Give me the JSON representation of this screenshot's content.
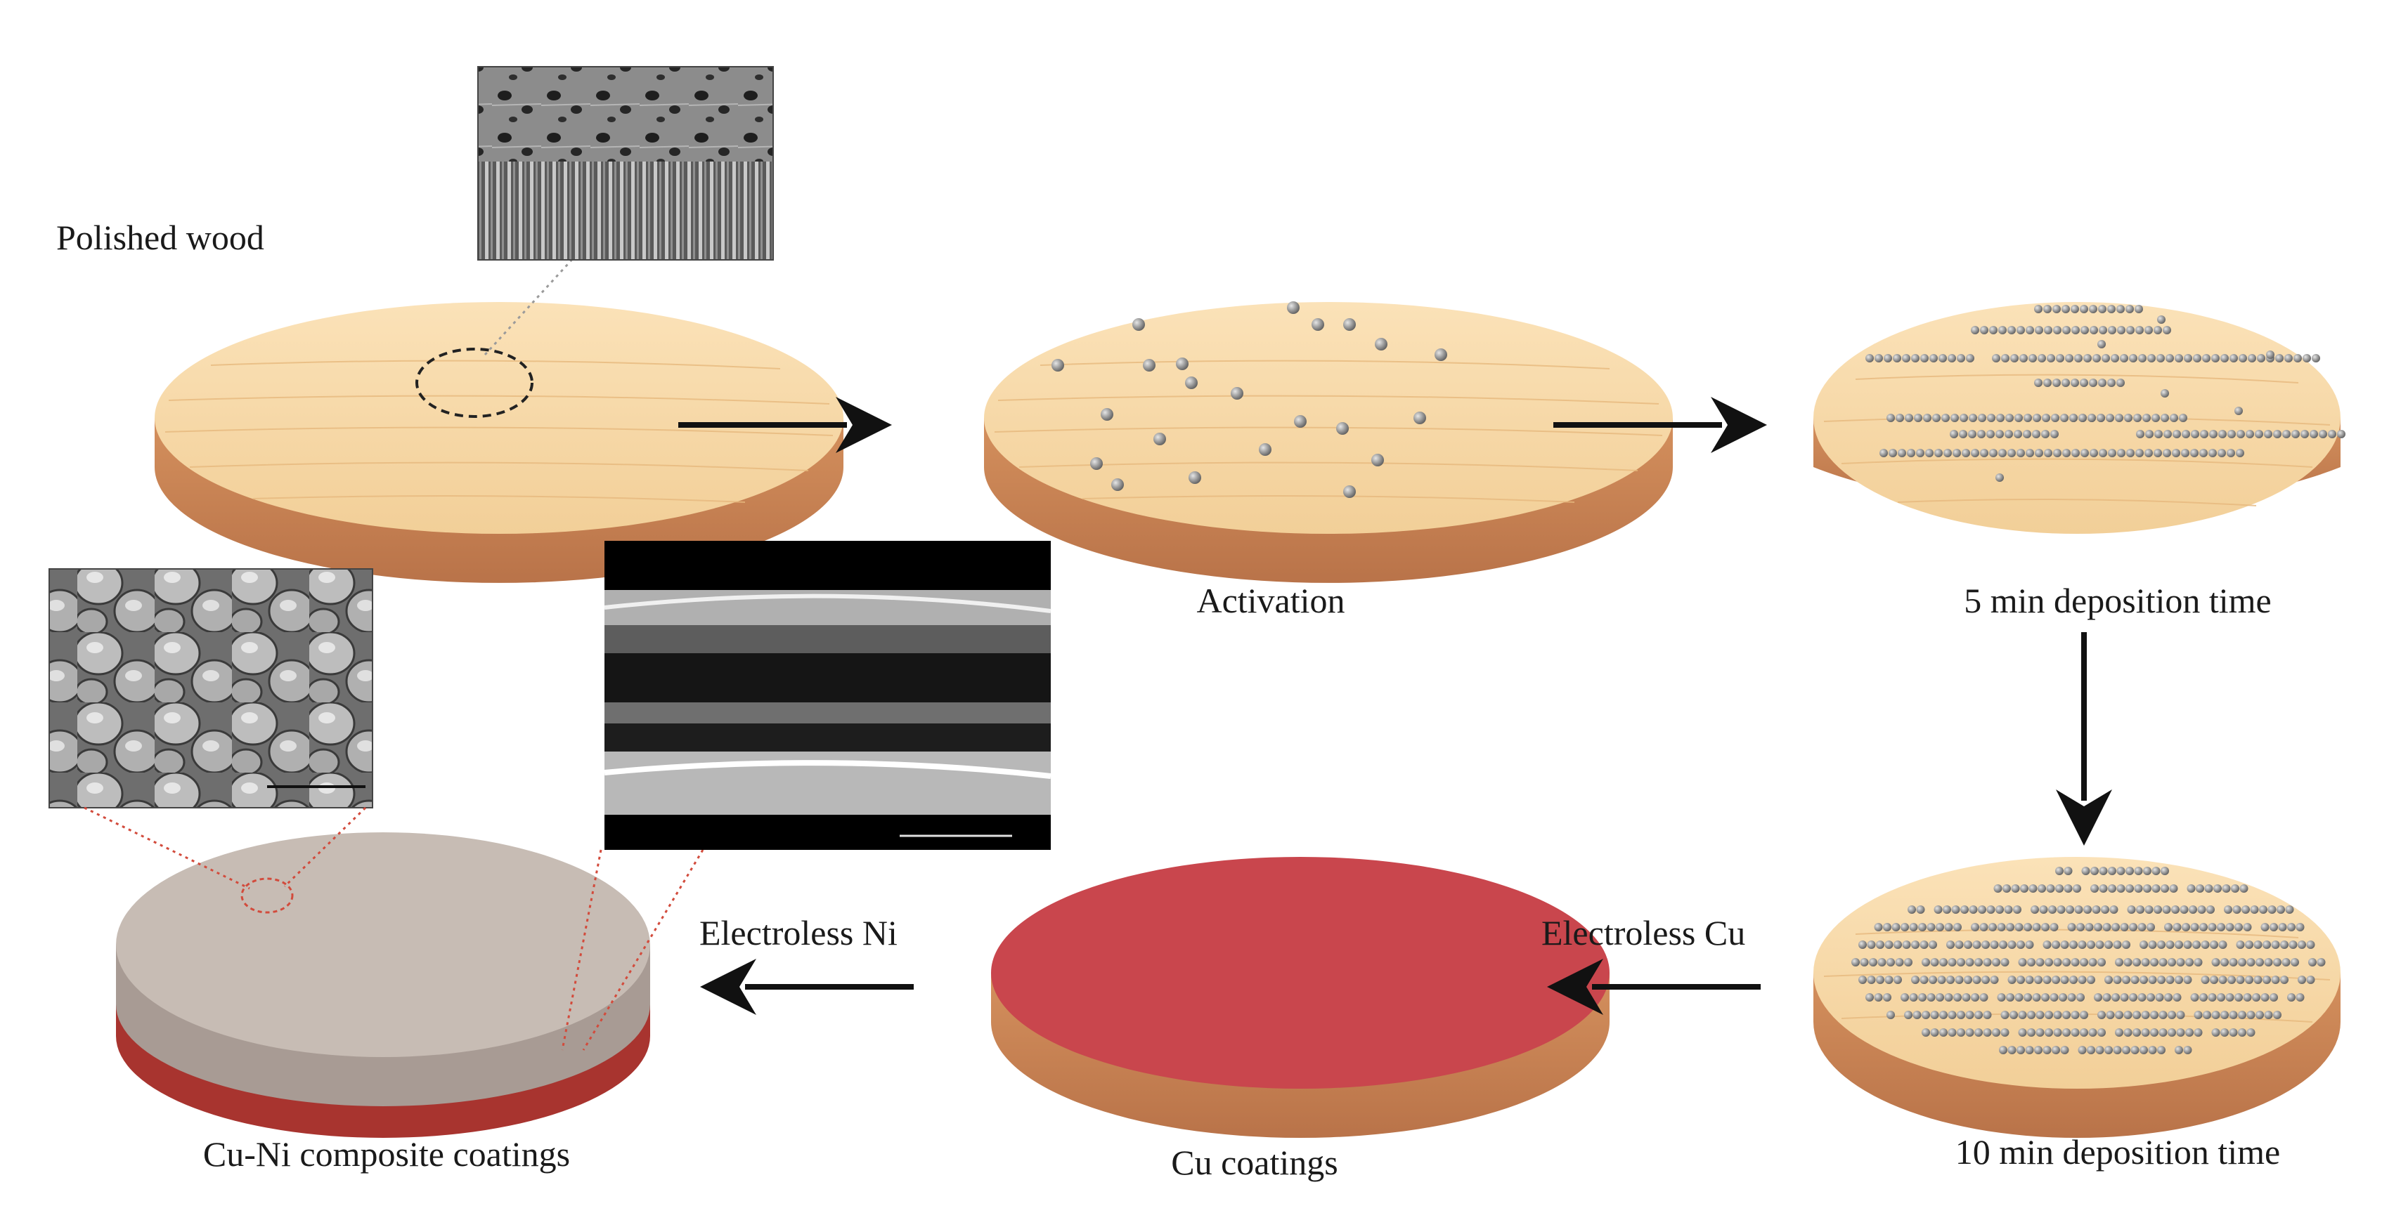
{
  "labels": {
    "polished_wood": "Polished wood",
    "activation": "Activation",
    "five_min": "5 min deposition time",
    "ten_min": "10 min deposition time",
    "electroless_cu": "Electroless Cu",
    "electroless_ni": "Electroless Ni",
    "cu_coatings": "Cu coatings",
    "cu_ni_composite": "Cu-Ni composite coatings"
  },
  "colors": {
    "wood_top": "#f7d9a6",
    "wood_side": "#c88557",
    "particle": "#9a9a9a",
    "copper": "#c9464d",
    "nickel": "#c7bcb4",
    "arrow": "#111111",
    "leader_red": "#d24b3c"
  }
}
